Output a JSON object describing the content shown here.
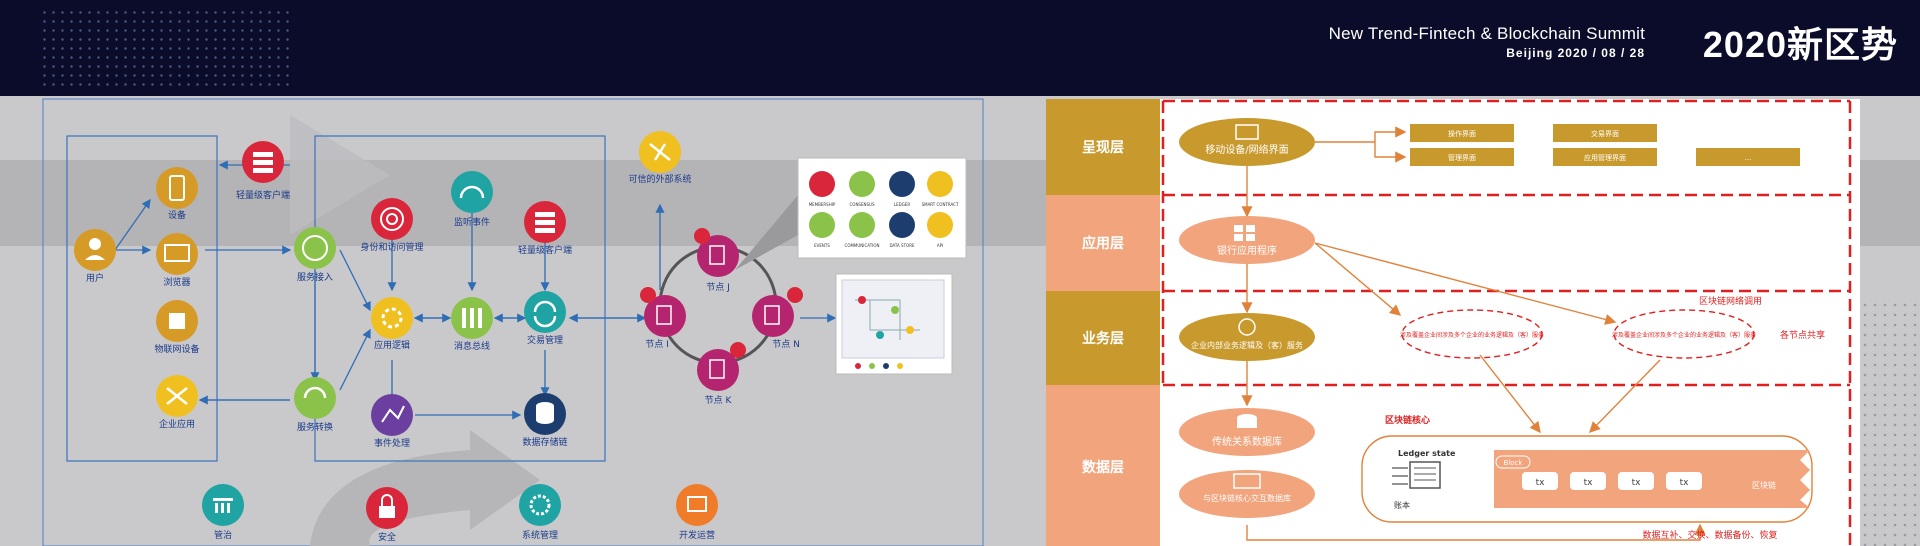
{
  "header": {
    "title": "New Trend-Fintech & Blockchain Summit",
    "date": "Beijing  2020  /  08  /  28",
    "logo": "2020新区势"
  },
  "left_diagram": {
    "user": "用户",
    "device": "设备",
    "browser": "浏览器",
    "iot": "物联网设备",
    "enterprise_app": "企业应用",
    "light_client_1": "轻量级客户端",
    "service_access": "服务接入",
    "service_transform": "服务转换",
    "identity": "身份和访问管理",
    "listen": "监听事件",
    "app_logic": "应用逻辑",
    "message_bus": "消息总线",
    "event_processing": "事件处理",
    "light_client_2": "轻量级客户端",
    "tx_manage": "交易管理",
    "data_store": "数据存储链",
    "external": "可信的外部系统",
    "node_j": "节点 J",
    "node_i": "节点 I",
    "node_n": "节点 N",
    "node_k": "节点 K",
    "bottom": [
      "管治",
      "安全",
      "系统管理",
      "开发运营"
    ],
    "legend": [
      "MEMBERSHIP",
      "CONSENSUS",
      "LEDGER",
      "SMART CONTRACT",
      "EVENTS",
      "COMMUNICATION",
      "DATA STORE",
      "API"
    ]
  },
  "right_diagram": {
    "layers": [
      "呈现层",
      "应用层",
      "业务层",
      "数据层"
    ],
    "mobile": "移动设备/网络界面",
    "pres_boxes": [
      "操作界面",
      "交易界面",
      "管理界面",
      "应用管理界面",
      "..."
    ],
    "bank_app": "银行应用程序",
    "enterprise_logic": "企业内部业务逻辑及（客）服务",
    "multi_party_1": "涉及覆盖企业间涉及多个企业的业务逻辑及（客）服务",
    "multi_party_2": "涉及覆盖企业间涉及多个企业的业务逻辑及（客）服务",
    "network_call": "区块链网络调用",
    "node_share": "各节点共享",
    "trad_db": "传统关系数据库",
    "chain_core_db": "与区块链核心交互数据库",
    "chain_core": "区块链核心",
    "ledger_state": "Ledger state",
    "ledger": "账本",
    "block": "Block",
    "tx": [
      "tx",
      "tx",
      "tx",
      "tx"
    ],
    "chain": "区块链",
    "data_sync": "数据互补、交换、数据备份、恢复"
  },
  "colors": {
    "header_bg": "#0b0c2a",
    "gold": "#c89a2e",
    "salmon": "#f2a47c",
    "red_dash": "#e02020",
    "teal": "#1fa3a3",
    "green": "#8bc34a",
    "magenta": "#b5246e",
    "navy": "#1c3d6e",
    "purple": "#6a3fa0",
    "red": "#d9263a",
    "orange": "#f07c2a"
  }
}
